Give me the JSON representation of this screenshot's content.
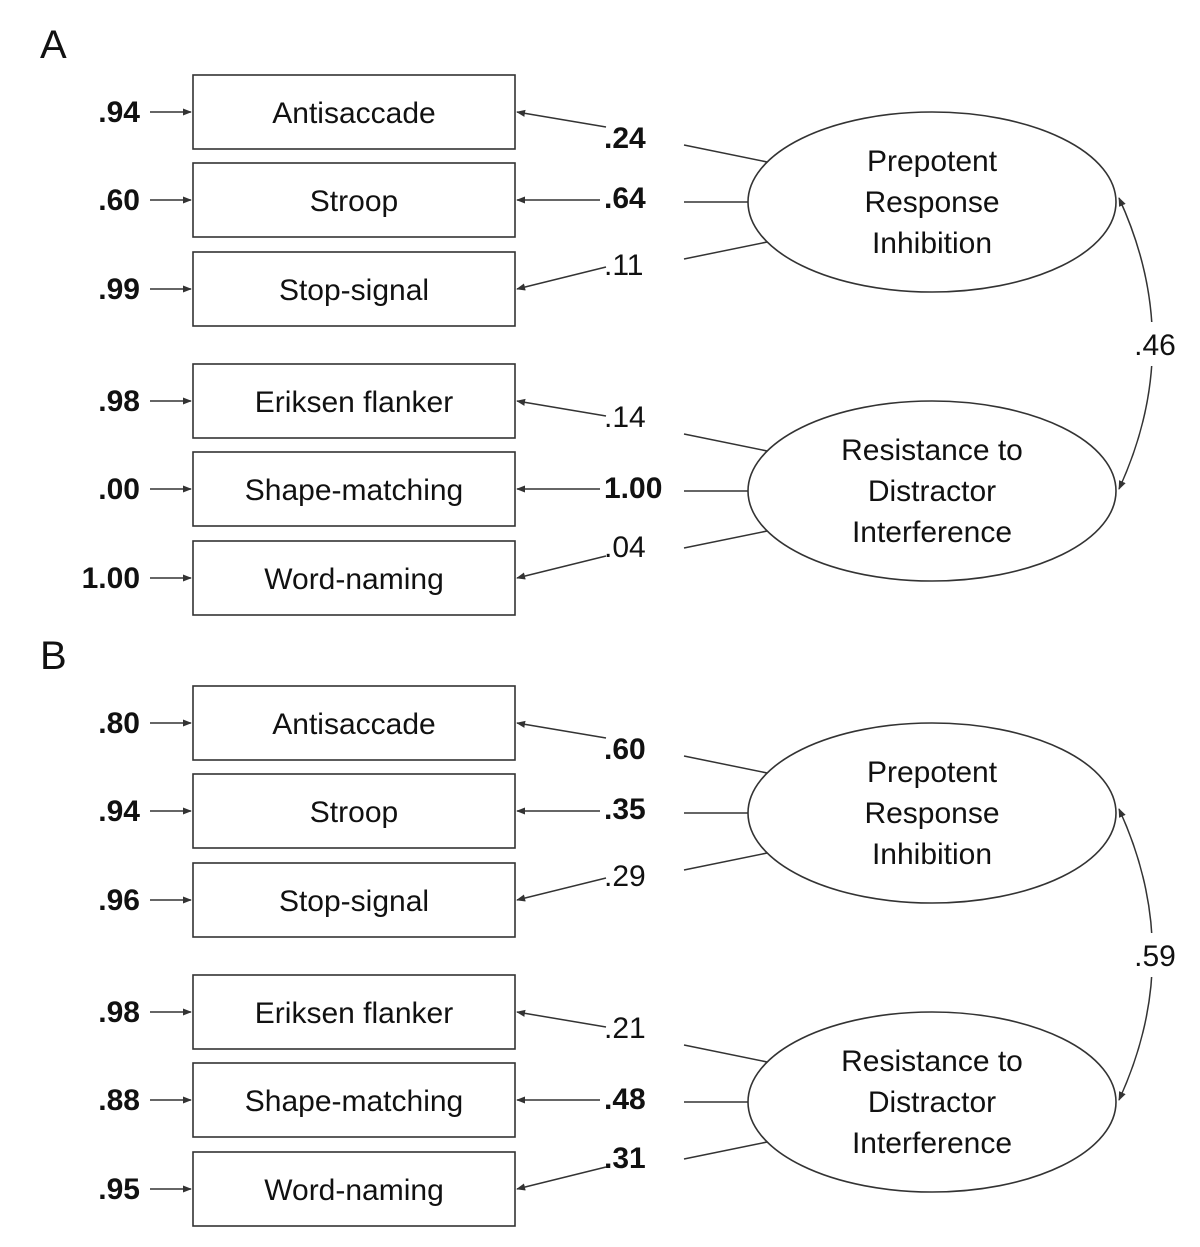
{
  "panels": [
    {
      "label": "A",
      "indicators": [
        {
          "name": "Antisaccade",
          "error": ".94",
          "error_bold": true,
          "loading": ".24",
          "loading_bold": true
        },
        {
          "name": "Stroop",
          "error": ".60",
          "error_bold": true,
          "loading": ".64",
          "loading_bold": true
        },
        {
          "name": "Stop-signal",
          "error": ".99",
          "error_bold": true,
          "loading": ".11",
          "loading_bold": false
        },
        {
          "name": "Eriksen flanker",
          "error": ".98",
          "error_bold": true,
          "loading": ".14",
          "loading_bold": false
        },
        {
          "name": "Shape-matching",
          "error": ".00",
          "error_bold": true,
          "loading": "1.00",
          "loading_bold": true
        },
        {
          "name": "Word-naming",
          "error": "1.00",
          "error_bold": true,
          "loading": ".04",
          "loading_bold": false
        }
      ],
      "factors": [
        {
          "lines": [
            "Prepotent",
            "Response",
            "Inhibition"
          ]
        },
        {
          "lines": [
            "Resistance to",
            "Distractor",
            "Interference"
          ]
        }
      ],
      "correlation": ".46"
    },
    {
      "label": "B",
      "indicators": [
        {
          "name": "Antisaccade",
          "error": ".80",
          "error_bold": true,
          "loading": ".60",
          "loading_bold": true
        },
        {
          "name": "Stroop",
          "error": ".94",
          "error_bold": true,
          "loading": ".35",
          "loading_bold": true
        },
        {
          "name": "Stop-signal",
          "error": ".96",
          "error_bold": true,
          "loading": ".29",
          "loading_bold": false
        },
        {
          "name": "Eriksen flanker",
          "error": ".98",
          "error_bold": true,
          "loading": ".21",
          "loading_bold": false
        },
        {
          "name": "Shape-matching",
          "error": ".88",
          "error_bold": true,
          "loading": ".48",
          "loading_bold": true
        },
        {
          "name": "Word-naming",
          "error": ".95",
          "error_bold": true,
          "loading": ".31",
          "loading_bold": true
        }
      ],
      "factors": [
        {
          "lines": [
            "Prepotent",
            "Response",
            "Inhibition"
          ]
        },
        {
          "lines": [
            "Resistance to",
            "Distractor",
            "Interference"
          ]
        }
      ],
      "correlation": ".59"
    }
  ]
}
